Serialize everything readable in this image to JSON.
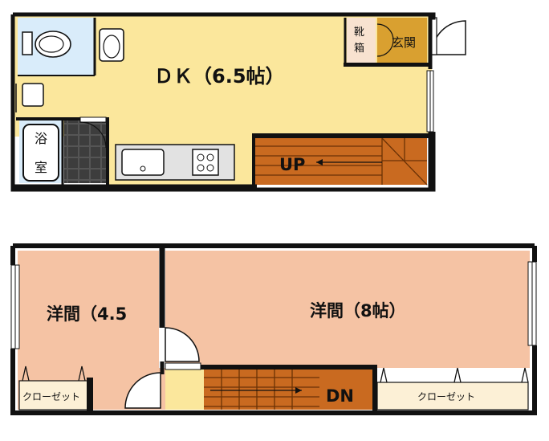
{
  "colors": {
    "dk_floor": "#fbe79c",
    "room_floor": "#f5c3a4",
    "bath_floor": "#d9ecfa",
    "entrance": "#d9a030",
    "stairs": "#c96a20",
    "closet": "#fcf0d6",
    "shoe_box": "#f8e2d0",
    "wall": "#111111"
  },
  "floor1": {
    "dk_label": "ＤＫ（6.5帖）",
    "stairs_label": "UP",
    "shoe_box_label_1": "靴",
    "shoe_box_label_2": "箱",
    "entrance_label": "玄関",
    "bath_label_1": "浴",
    "bath_label_2": "室"
  },
  "floor2": {
    "room_left_label": "洋間（4.5",
    "room_right_label": "洋間（8帖）",
    "stairs_label": "DN",
    "closet_left_label": "クローゼット",
    "closet_right_label": "クローゼット"
  }
}
